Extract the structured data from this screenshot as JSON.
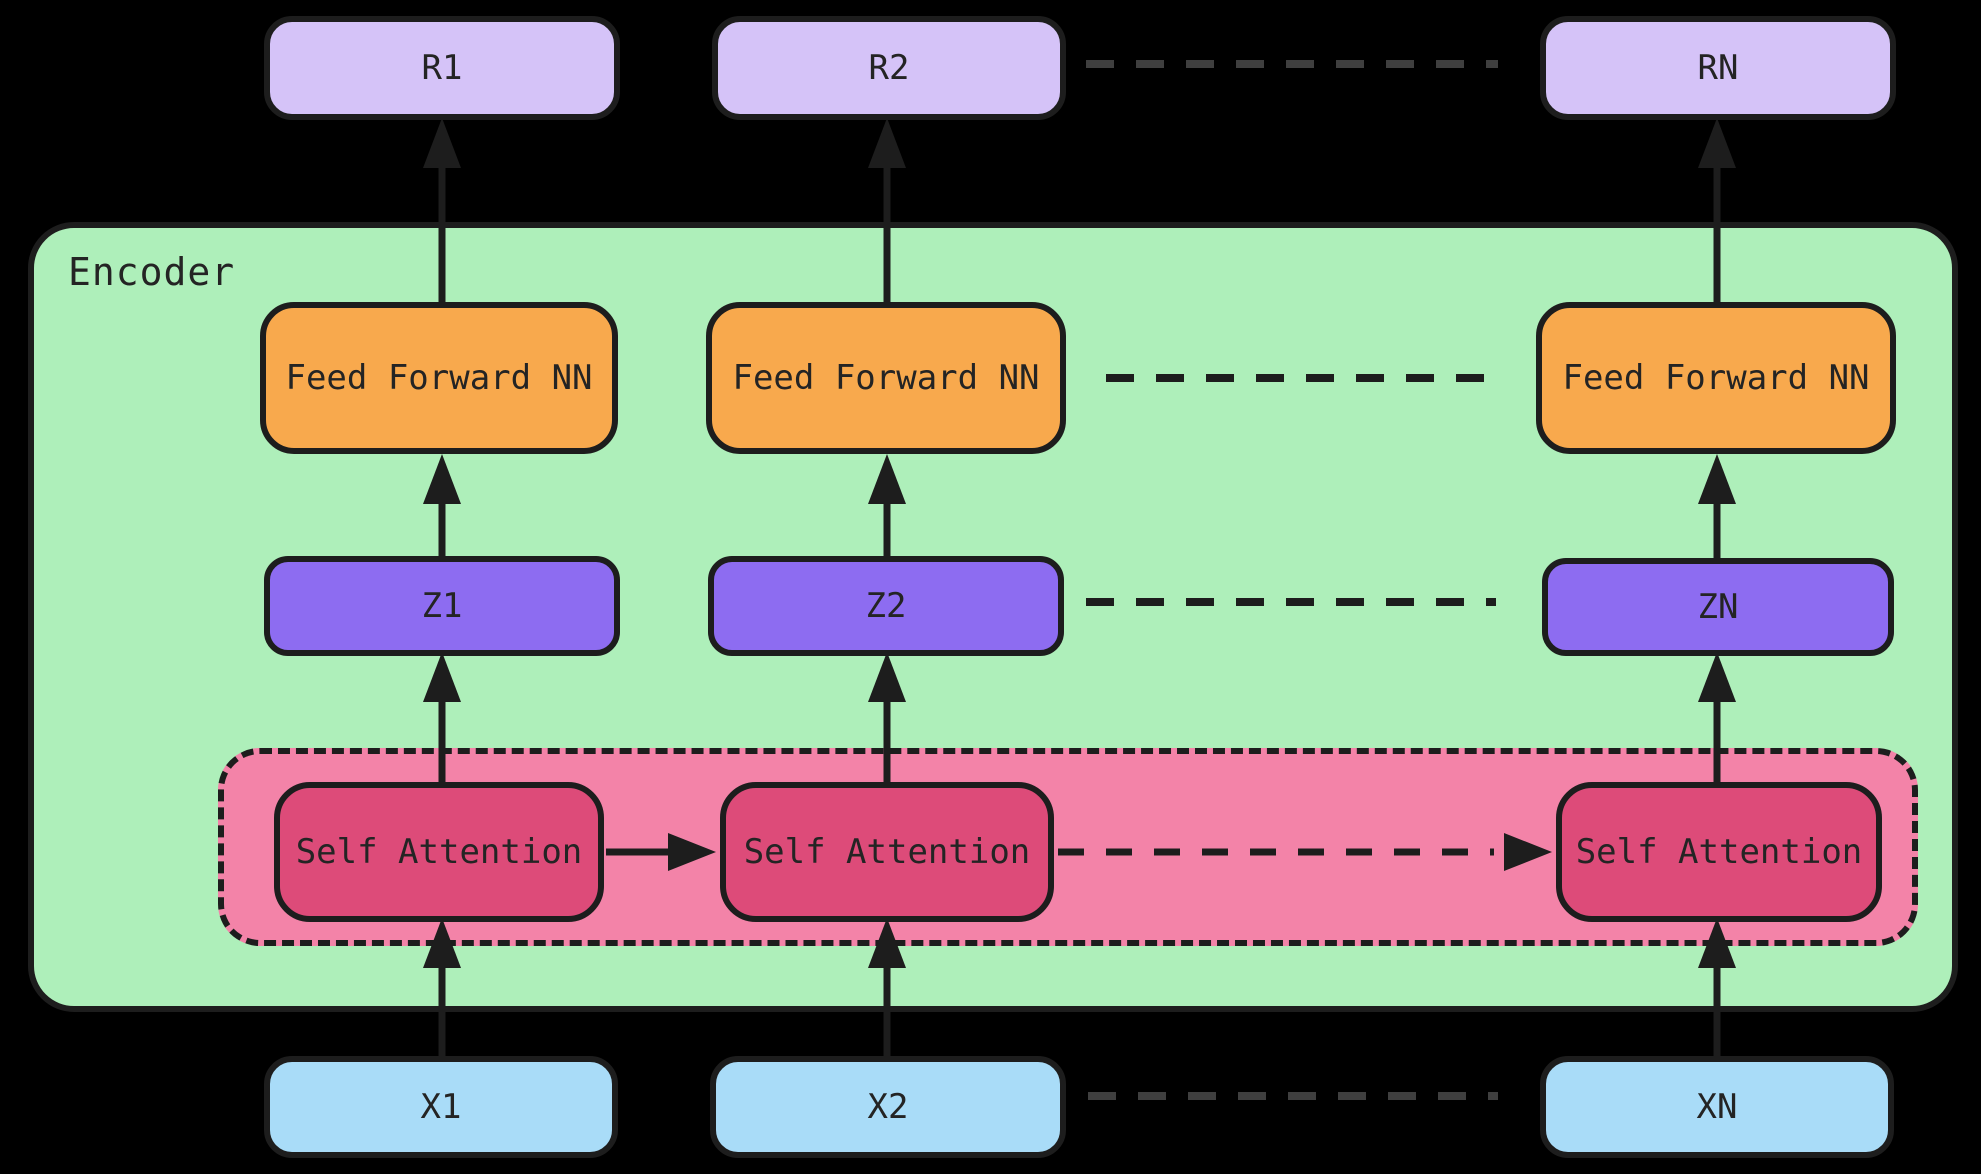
{
  "encoder": {
    "label": "Encoder"
  },
  "nodes": {
    "outputs": [
      {
        "label": "R1"
      },
      {
        "label": "R2"
      },
      {
        "label": "RN"
      }
    ],
    "feed_forward": [
      {
        "label": "Feed Forward NN"
      },
      {
        "label": "Feed Forward NN"
      },
      {
        "label": "Feed Forward NN"
      }
    ],
    "hidden": [
      {
        "label": "Z1"
      },
      {
        "label": "Z2"
      },
      {
        "label": "ZN"
      }
    ],
    "self_attention": [
      {
        "label": "Self Attention"
      },
      {
        "label": "Self Attention"
      },
      {
        "label": "Self Attention"
      }
    ],
    "inputs": [
      {
        "label": "X1"
      },
      {
        "label": "X2"
      },
      {
        "label": "XN"
      }
    ]
  },
  "colors": {
    "background": "#000000",
    "encoder_fill": "#aeefba",
    "output_fill": "#d5c3f8",
    "ffn_fill": "#f8a94d",
    "z_fill": "#8d6cf1",
    "attention_group_fill": "#f383a8",
    "attention_fill": "#dd4b79",
    "input_fill": "#a9dcf8",
    "stroke": "#1d1d1d",
    "dash_dim": "#3f3f3f",
    "text": "#242424"
  }
}
